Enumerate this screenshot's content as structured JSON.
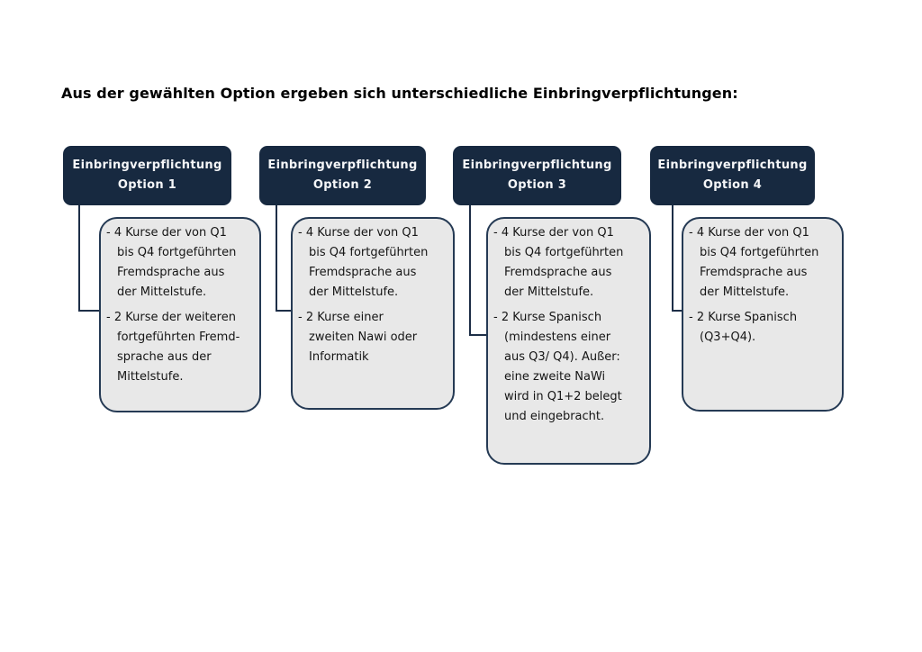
{
  "title": "Aus der gewählten Option ergeben sich unterschiedliche Einbringverpflichtungen:",
  "colors": {
    "title_color": "#000000",
    "header_bg": "#172940",
    "header_text": "#f5f6f8",
    "box_bg": "#e8e8e8",
    "box_border": "#253a54",
    "connector": "#1d2e47",
    "text_color": "#151515"
  },
  "options": [
    {
      "header": {
        "line1": "Einbringverpflichtung",
        "line2": "Option 1"
      },
      "bullets": [
        "- 4 Kurse der von Q1\nbis Q4 fortgeführten\nFremdsprache aus\nder Mittelstufe.",
        "- 2 Kurse der weiteren\nfortgeführten Fremd-\nsprache aus der\nMittelstufe."
      ]
    },
    {
      "header": {
        "line1": "Einbringverpflichtung",
        "line2": "Option 2"
      },
      "bullets": [
        "- 4 Kurse der von Q1\nbis Q4 fortgeführten\nFremdsprache aus\nder Mittelstufe.",
        "- 2 Kurse einer\nzweiten Nawi oder\nInformatik"
      ]
    },
    {
      "header": {
        "line1": "Einbringverpflichtung",
        "line2": "Option 3"
      },
      "bullets": [
        "- 4 Kurse der von Q1\nbis Q4 fortgeführten\nFremdsprache aus\nder Mittelstufe.",
        "- 2 Kurse Spanisch\n(mindestens einer\naus Q3/ Q4). Außer:\neine zweite NaWi\nwird in Q1+2 belegt\nund eingebracht."
      ]
    },
    {
      "header": {
        "line1": "Einbringverpflichtung",
        "line2": "Option 4"
      },
      "bullets": [
        "- 4 Kurse der von Q1\nbis Q4 fortgeführten\nFremdsprache aus\nder Mittelstufe.",
        "- 2 Kurse Spanisch\n(Q3+Q4)."
      ]
    }
  ]
}
